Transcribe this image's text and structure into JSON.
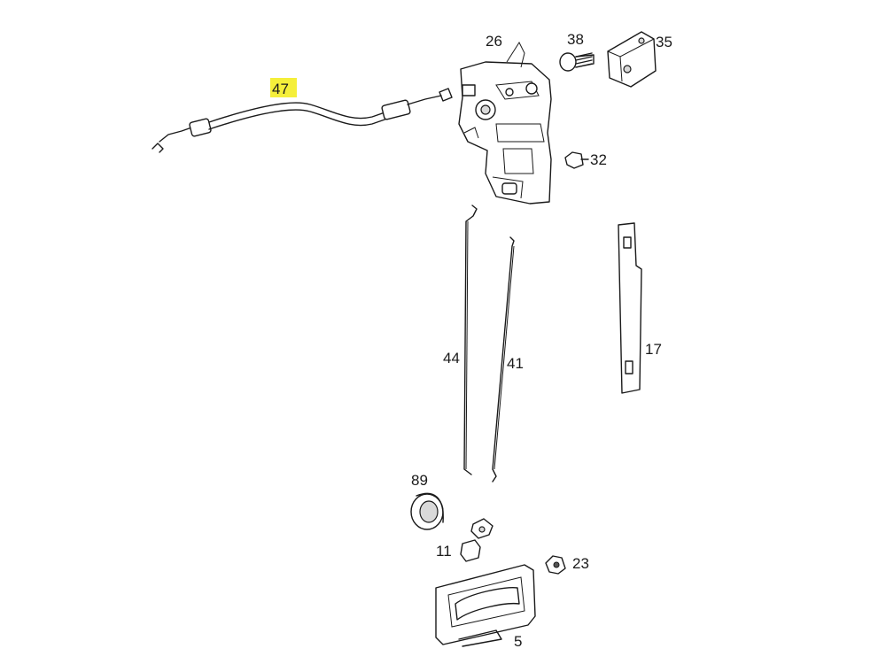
{
  "diagram": {
    "highlight_color": "#f5ef3a",
    "parts": [
      {
        "id": "p47",
        "number": "47",
        "highlighted": true
      },
      {
        "id": "p26",
        "number": "26",
        "highlighted": false
      },
      {
        "id": "p38",
        "number": "38",
        "highlighted": false
      },
      {
        "id": "p35",
        "number": "35",
        "highlighted": false
      },
      {
        "id": "p32",
        "number": "32",
        "highlighted": false
      },
      {
        "id": "p44",
        "number": "44",
        "highlighted": false
      },
      {
        "id": "p41",
        "number": "41",
        "highlighted": false
      },
      {
        "id": "p17",
        "number": "17",
        "highlighted": false
      },
      {
        "id": "p89",
        "number": "89",
        "highlighted": false
      },
      {
        "id": "p11",
        "number": "11",
        "highlighted": false
      },
      {
        "id": "p23",
        "number": "23",
        "highlighted": false
      },
      {
        "id": "p5",
        "number": "5",
        "highlighted": false
      }
    ]
  }
}
